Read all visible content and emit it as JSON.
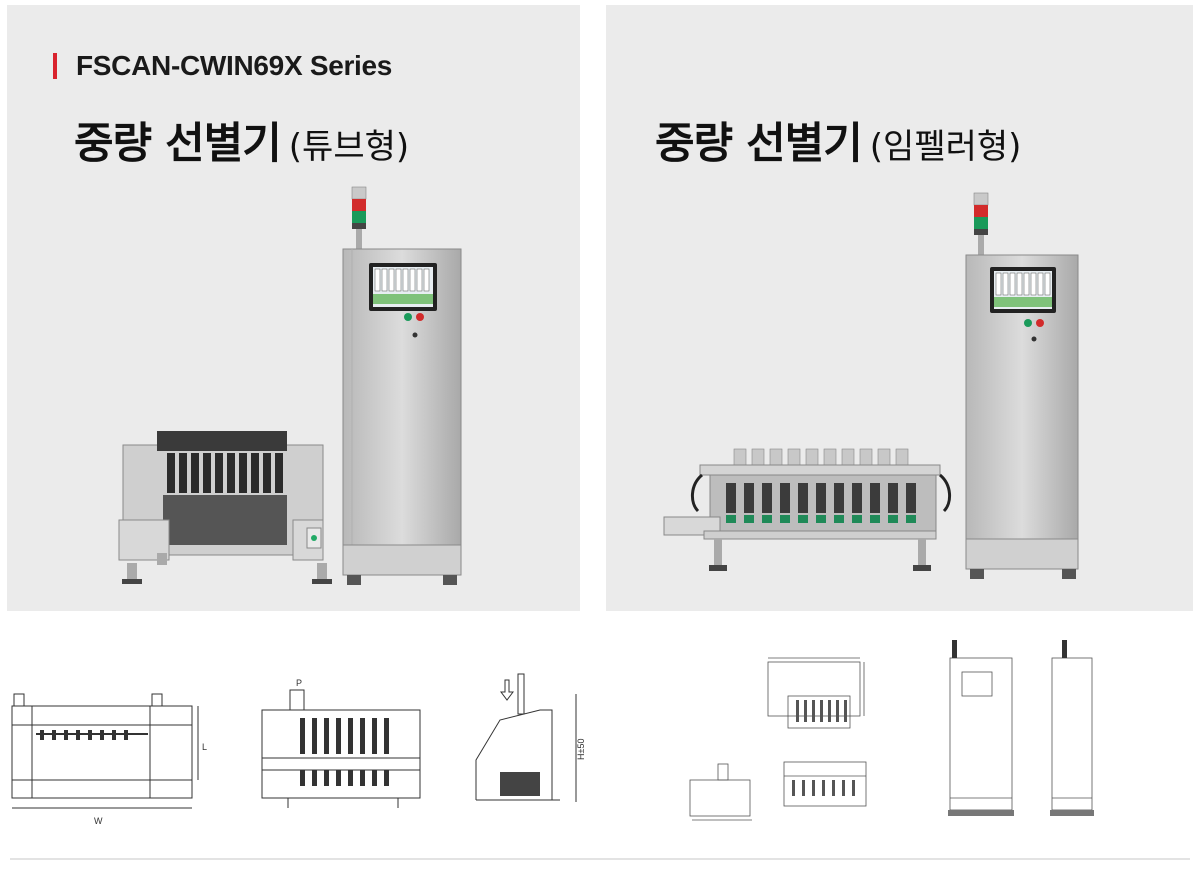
{
  "left_panel": {
    "series": "FSCAN-CWIN69X Series",
    "title_main": "중량 선별기",
    "title_sub": "(튜브형)"
  },
  "right_panel": {
    "title_main": "중량 선별기",
    "title_sub": "(임펠러형)"
  },
  "drawings_left": {
    "labels": {
      "w": "W",
      "l": "L",
      "p": "P",
      "h": "H±50"
    }
  },
  "colors": {
    "accent": "#d9232d",
    "panel_bg": "#ebebeb",
    "steel": "#c9c9c9",
    "steel_dark": "#9a9a9a",
    "lamp_red": "#d22b2b",
    "lamp_green": "#1a9a5a"
  }
}
